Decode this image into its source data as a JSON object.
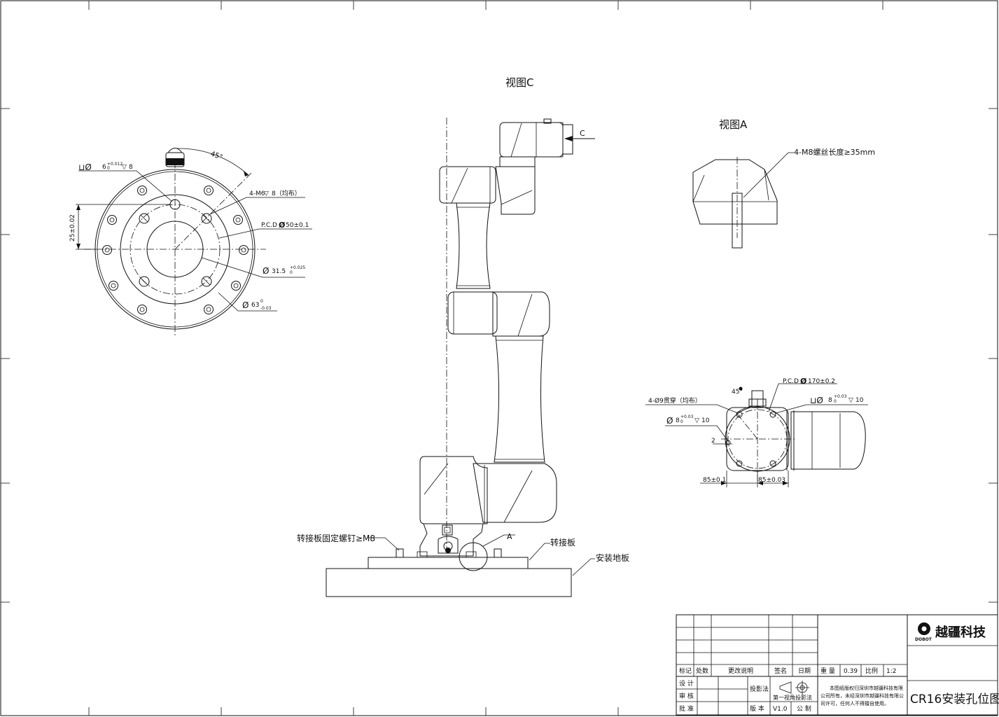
{
  "views": {
    "view_c": "视图C",
    "view_a": "视图A",
    "arrow_c": "C",
    "marker_a": "A"
  },
  "flange": {
    "slot_note_sym": "⊔Ø",
    "slot_note_val": "6",
    "slot_tol": "+0.012",
    "slot_tol_low": "0",
    "slot_depth": "8",
    "angle": "45°",
    "thread_note": "4-M6",
    "thread_depth": "8（均布）",
    "pcd_note": "P.C.D",
    "pcd_val": "50±0.1",
    "bore_note": "31.5",
    "bore_tol": "+0.025",
    "bore_tol_low": "0",
    "outer_note": "63",
    "outer_tol": "0",
    "outer_tol_low": "-0.03",
    "dim_vertical": "25±0.02"
  },
  "view_a": {
    "screw_note": "4-M8螺丝长度≥35mm"
  },
  "base": {
    "pcd_note": "P.C.D",
    "pcd_val": "170±0.2",
    "angle": "45°",
    "through_note": "4-Ø9贯穿（均布）",
    "pin_note": "8",
    "pin_tol": "+0.03",
    "pin_tol_low": "0",
    "pin_depth": "10",
    "slot_note": "8",
    "slot_tol": "+0.03",
    "slot_tol_low": "0",
    "slot_depth": "10",
    "dim_2": "2",
    "dim_left": "85±0.1",
    "dim_right": "85±0.03"
  },
  "callouts": {
    "adapter_screw": "转接板固定螺钉≥M8",
    "adapter_plate": "转接板",
    "mount_plate": "安装地板"
  },
  "title_block": {
    "header": [
      "标记",
      "处数",
      "更改说明",
      "签名",
      "日期"
    ],
    "weight_label": "重 量",
    "weight_value": "0.39",
    "scale_label": "比例",
    "scale_value": "1:2",
    "design": "设 计",
    "check": "审 核",
    "approve": "批 准",
    "projection_label": "投影法",
    "projection_value": "第一视角投影法",
    "version_label": "版 本",
    "version_value": "V1.0",
    "unit_value": "公 制",
    "copyright": [
      "本图纸版权归深圳市越疆科技有限",
      "公司所有，未经深圳市越疆科技有限公",
      "司许可，任何人不得擅自使用。"
    ],
    "company": "越疆科技",
    "brand": "DOBOT",
    "drawing_title": "CR16安装孔位图"
  }
}
